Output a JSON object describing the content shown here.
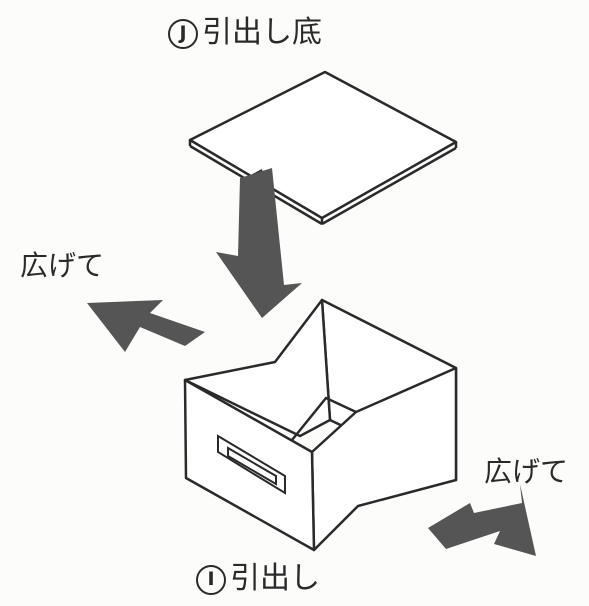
{
  "labels": {
    "top_marker": "J",
    "top_text": "引出し底",
    "bottom_marker": "I",
    "bottom_text": "引出し",
    "spread_left": "広げて",
    "spread_right": "広げて"
  },
  "colors": {
    "line": "#2a2a2a",
    "arrow": "#555555",
    "background": "#fcfcfb"
  }
}
